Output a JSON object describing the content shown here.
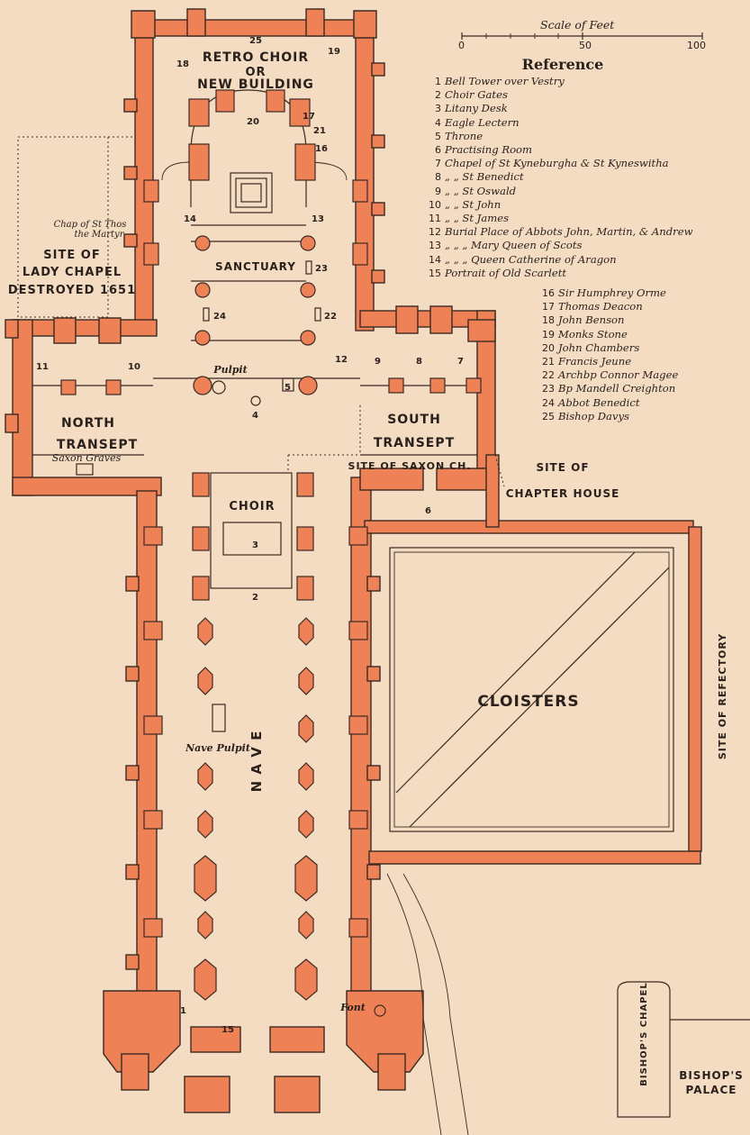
{
  "scale": {
    "title": "Scale of Feet",
    "ticks": [
      "0",
      "50",
      "100"
    ]
  },
  "reference": {
    "title": "Reference",
    "items": [
      {
        "n": "1",
        "text": "Bell Tower over Vestry"
      },
      {
        "n": "2",
        "text": "Choir Gates"
      },
      {
        "n": "3",
        "text": "Litany Desk"
      },
      {
        "n": "4",
        "text": "Eagle Lectern"
      },
      {
        "n": "5",
        "text": "Throne"
      },
      {
        "n": "6",
        "text": "Practising Room"
      },
      {
        "n": "7",
        "text": "Chapel of St Kyneburgha & St Kyneswitha"
      },
      {
        "n": "8",
        "text": "„  „  St Benedict"
      },
      {
        "n": "9",
        "text": "„  „  St Oswald"
      },
      {
        "n": "10",
        "text": "„  „  St John"
      },
      {
        "n": "11",
        "text": "„  „  St James"
      },
      {
        "n": "12",
        "text": "Burial Place of Abbots John, Martin, & Andrew"
      },
      {
        "n": "13",
        "text": "„  „  „  Mary Queen of Scots"
      },
      {
        "n": "14",
        "text": "„  „  „  Queen Catherine of Aragon"
      },
      {
        "n": "15",
        "text": "Portrait of Old Scarlett"
      }
    ],
    "items2": [
      {
        "n": "16",
        "text": "Sir Humphrey Orme"
      },
      {
        "n": "17",
        "text": "Thomas Deacon"
      },
      {
        "n": "18",
        "text": "John Benson"
      },
      {
        "n": "19",
        "text": "Monks Stone"
      },
      {
        "n": "20",
        "text": "John Chambers"
      },
      {
        "n": "21",
        "text": "Francis Jeune"
      },
      {
        "n": "22",
        "text": "Archbp Connor Magee"
      },
      {
        "n": "23",
        "text": "Bp Mandell Creighton"
      },
      {
        "n": "24",
        "text": "Abbot Benedict"
      },
      {
        "n": "25",
        "text": "Bishop Davys"
      }
    ]
  },
  "labels": {
    "retro_choir": "RETRO CHOIR",
    "or": "OR",
    "new_building": "NEW BUILDING",
    "chap_thomas_1": "Chap of St Thos",
    "chap_thomas_2": "the Martyr",
    "lady_chapel_1": "SITE OF",
    "lady_chapel_2": "LADY CHAPEL",
    "lady_chapel_3": "DESTROYED 1651",
    "sanctuary": "SANCTUARY",
    "pulpit": "Pulpit",
    "north": "NORTH",
    "transept_n": "TRANSEPT",
    "south": "SOUTH",
    "transept_s": "TRANSEPT",
    "saxon_graves": "Saxon Graves",
    "site_saxon_ch": "SITE OF SAXON CH.",
    "site_of": "SITE OF",
    "chapter_house": "CHAPTER HOUSE",
    "choir": "CHOIR",
    "cloisters": "CLOISTERS",
    "nave": "N A V E",
    "nave_pulpit": "Nave Pulpit",
    "font": "Font",
    "site_of_refectory": "SITE OF REFECTORY",
    "bishops_chapel": "BISHOP'S CHAPEL",
    "bishops_palace_1": "BISHOP'S",
    "bishops_palace_2": "PALACE"
  },
  "plan_numbers": {
    "n25": "25",
    "n19": "19",
    "n18": "18",
    "n20": "20",
    "n17": "17",
    "n21": "21",
    "n16": "16",
    "n14": "14",
    "n13": "13",
    "n23": "23",
    "n24": "24",
    "n22": "22",
    "n12": "12",
    "n11": "11",
    "n10": "10",
    "n9": "9",
    "n8": "8",
    "n7": "7",
    "n5": "5",
    "n4": "4",
    "n3": "3",
    "n2": "2",
    "n6": "6",
    "n1": "1",
    "n15": "15"
  },
  "colors": {
    "paper": "#f3dcc2",
    "masonry": "#ee8155",
    "ink": "#2b211c"
  }
}
